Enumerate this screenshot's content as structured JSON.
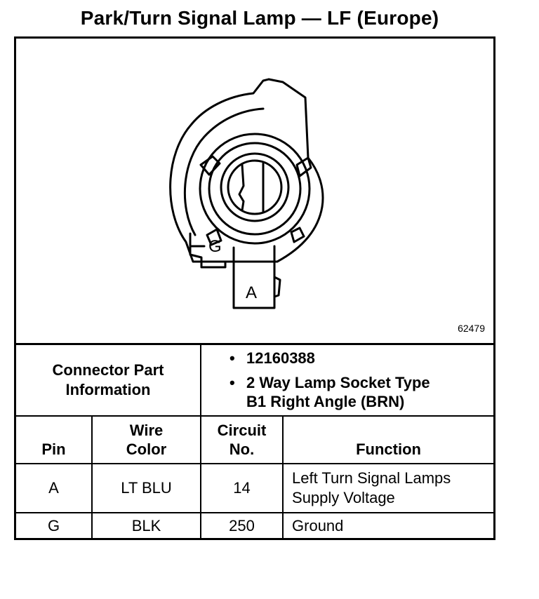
{
  "title": "Park/Turn Signal Lamp — LF (Europe)",
  "diagram": {
    "pin_labels": [
      "G",
      "A"
    ],
    "reference": "62479"
  },
  "connector": {
    "label_line1": "Connector Part",
    "label_line2": "Information",
    "part_number": "12160388",
    "description_line1": "2 Way Lamp Socket Type",
    "description_line2": "B1 Right Angle (BRN)"
  },
  "table": {
    "headers": {
      "pin": "Pin",
      "wire_line1": "Wire",
      "wire_line2": "Color",
      "circuit_line1": "Circuit",
      "circuit_line2": "No.",
      "function": "Function"
    },
    "rows": [
      {
        "pin": "A",
        "wire_color": "LT BLU",
        "circuit": "14",
        "function_line1": "Left Turn Signal Lamps",
        "function_line2": "Supply Voltage"
      },
      {
        "pin": "G",
        "wire_color": "BLK",
        "circuit": "250",
        "function_line1": "Ground",
        "function_line2": ""
      }
    ]
  }
}
